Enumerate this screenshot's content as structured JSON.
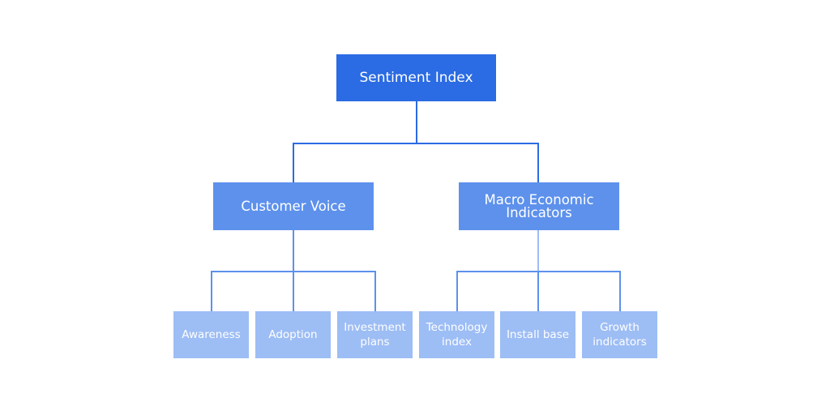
{
  "diagram": {
    "root": {
      "label": "Sentiment Index"
    },
    "branches": [
      {
        "label": "Customer Voice",
        "children": [
          "Awareness",
          "Adoption",
          "Investment\nplans"
        ]
      },
      {
        "label": "Macro Economic\nIndicators",
        "children": [
          "Technology\nindex",
          "Install base",
          "Growth\nindicators"
        ]
      }
    ]
  },
  "colors": {
    "root": "#2b6be3",
    "branch": "#5d91ec",
    "leaf": "#9dbdf5",
    "connector_dark": "#2b6be3",
    "connector_mid": "#5d91ec",
    "connector_light": "#9dbdf5"
  }
}
